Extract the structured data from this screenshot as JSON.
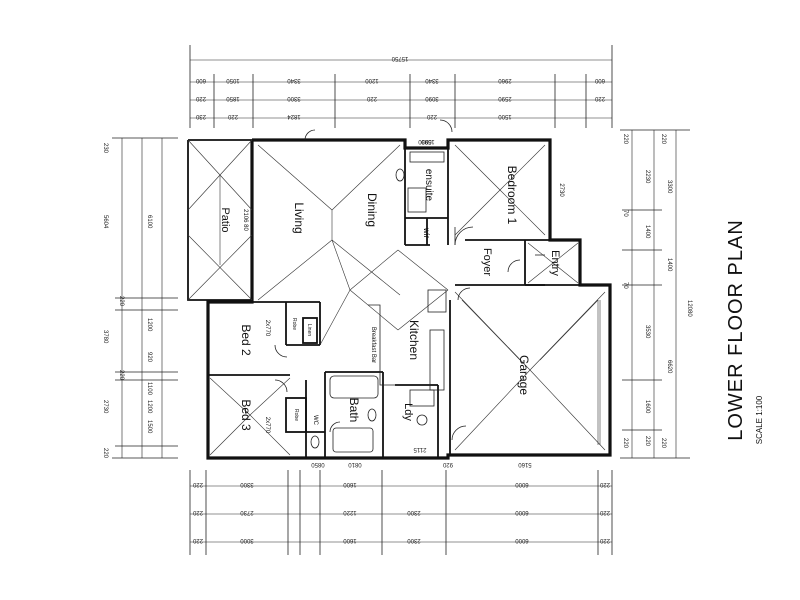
{
  "title": "LOWER FLOOR PLAN",
  "scale": "SCALE 1:100",
  "rooms": {
    "patio": "Patio",
    "living": "Living",
    "dining": "Dining",
    "ensuite": "ensuite",
    "bedroom1": "Bedroom 1",
    "wir": "wir",
    "foyer": "Foyer",
    "entry": "Entry",
    "bed2": "Bed 2",
    "bed3": "Bed 3",
    "kitchen": "Kitchen",
    "breakfast_bar": "Breakfast Bar",
    "bath": "Bath",
    "ldy": "Ldy",
    "garage": "Garage",
    "robe1": "Robe",
    "robe2": "Robe",
    "linen": "Linen",
    "wc": "WC"
  },
  "room_dims": {
    "patio": "2106 80",
    "bed2": "2x770",
    "bed3": "2x770",
    "bedroom1": "2730",
    "ensuite": "1590"
  },
  "dims_top": {
    "row1": [
      "15750"
    ],
    "row2": [
      "600",
      "1050",
      "3340",
      "1200",
      "3340",
      "2960",
      "600"
    ],
    "row3": [
      "220",
      "1850",
      "3300",
      "220",
      "3090",
      "2590",
      "220"
    ],
    "row4": [
      "230",
      "220",
      "1824",
      "0830",
      "220",
      "1500"
    ]
  },
  "dims_left": {
    "outer": [
      "230",
      "5604",
      "220",
      "3780",
      "220",
      "2730",
      "220"
    ],
    "inner": [
      "6100",
      "1200",
      "920",
      "1100",
      "1200",
      "1500"
    ]
  },
  "dims_right": {
    "outer": [
      "12080",
      "3300",
      "6620"
    ],
    "inner": [
      "2230",
      "1400",
      "1400",
      "3530",
      "1600",
      "220"
    ],
    "small": [
      "220",
      "220",
      "70",
      "70",
      "220",
      "220"
    ]
  },
  "dims_bottom": {
    "row1": [
      "220",
      "3300",
      "1600",
      "6000",
      "220"
    ],
    "row2": [
      "220",
      "2730",
      "1220",
      "2300",
      "6000",
      "220"
    ],
    "row3": [
      "220",
      "3000",
      "1600",
      "2300",
      "6000",
      "220"
    ],
    "inner": [
      "0850",
      "0810",
      "2115",
      "920",
      "5160"
    ]
  }
}
